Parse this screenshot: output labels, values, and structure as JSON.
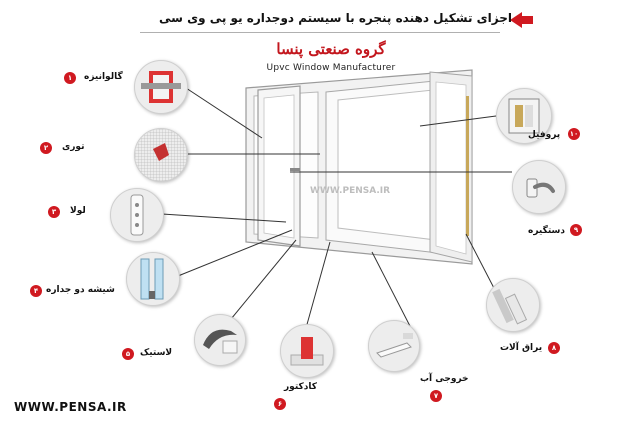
{
  "header": {
    "title": "اجزای تشکیل دهنده پنجره با سیستم دوجداره یو پی وی سی",
    "arrow_color": "#d01920"
  },
  "brand": {
    "name_fa": "گروه صنعتی پنسا",
    "tagline": "Upvc Window Manufacturer"
  },
  "watermark": "WWW.PENSA.IR",
  "footer": "WWW.PENSA.IR",
  "components": [
    {
      "num": "۱",
      "label": "گالوانیزه",
      "icon": "galvanized-profile-icon"
    },
    {
      "num": "۲",
      "label": "توری",
      "icon": "insect-screen-icon"
    },
    {
      "num": "۳",
      "label": "لولا",
      "icon": "hinge-icon"
    },
    {
      "num": "۴",
      "label": "شیشه دو جداره",
      "icon": "double-glazing-icon"
    },
    {
      "num": "۵",
      "label": "لاستیک",
      "icon": "rubber-gasket-icon"
    },
    {
      "num": "۶",
      "label": "کادکتور",
      "icon": "conductor-icon"
    },
    {
      "num": "۷",
      "label": "خروجی آب",
      "icon": "water-outlet-icon"
    },
    {
      "num": "۸",
      "label": "یراق آلات",
      "icon": "hardware-fittings-icon"
    },
    {
      "num": "۹",
      "label": "دستگیره",
      "icon": "handle-icon"
    },
    {
      "num": "۱۰",
      "label": "پروفیل",
      "icon": "profile-icon"
    }
  ],
  "colors": {
    "badge": "#d01920",
    "brand": "#c3161d",
    "frame": "#f4f4f4",
    "glass": "#ffffff"
  }
}
